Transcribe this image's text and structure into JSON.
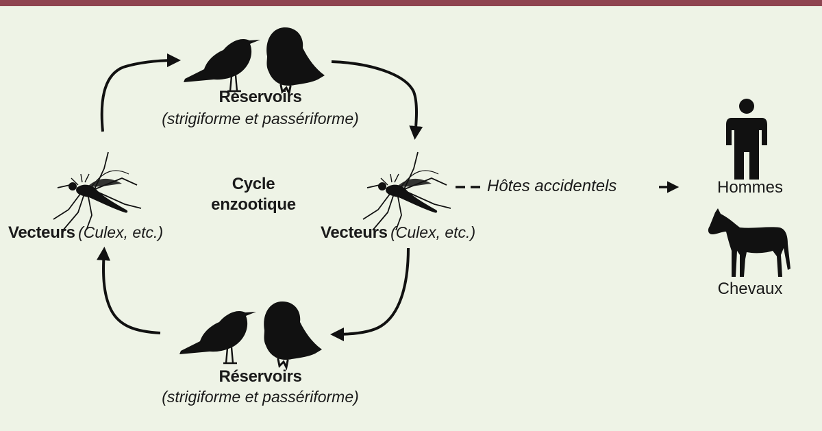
{
  "cycle": {
    "title_line1": "Cycle",
    "title_line2": "enzootique"
  },
  "reservoirs_top": {
    "name": "Réservoirs",
    "detail": "(strigiforme et passériforme)"
  },
  "reservoirs_bottom": {
    "name": "Réservoirs",
    "detail": "(strigiforme et passériforme)"
  },
  "vectors_left": {
    "name": "Vecteurs",
    "detail": "(Culex, etc.)"
  },
  "vectors_right": {
    "name": "Vecteurs",
    "detail": "(Culex, etc.)"
  },
  "accidental": {
    "label": "Hôtes accidentels"
  },
  "hosts": {
    "humans": "Hommes",
    "horses": "Chevaux"
  },
  "colors": {
    "accent_bar": "#8e4450",
    "background": "#eef3e6",
    "ink": "#1a1a1a"
  },
  "icons": [
    "blackbird-icon",
    "owl-icon",
    "mosquito-icon",
    "person-icon",
    "horse-icon"
  ]
}
